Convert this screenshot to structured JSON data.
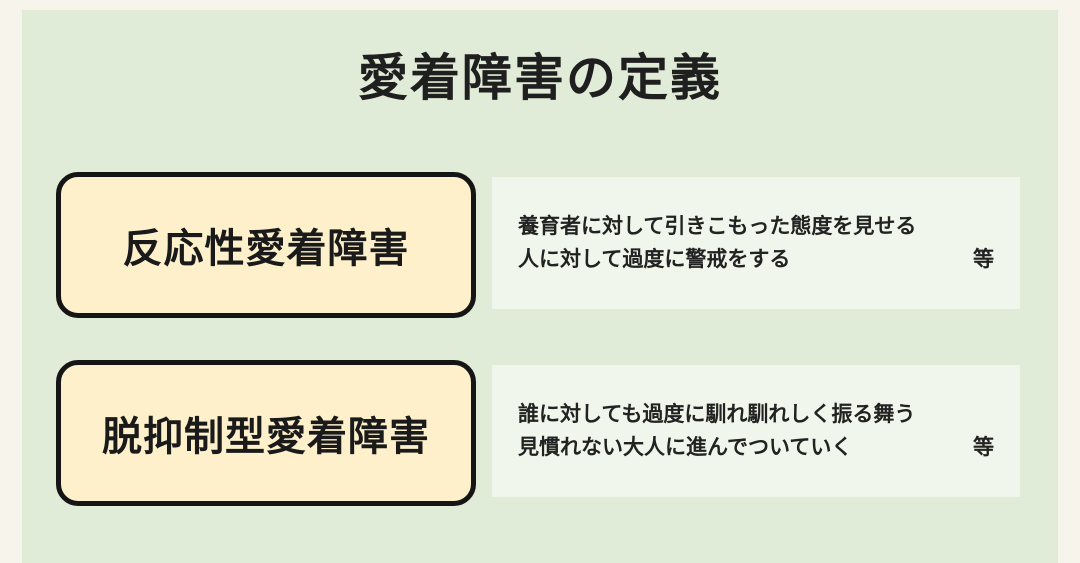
{
  "title": "愛着障害の定義",
  "definitions": [
    {
      "term": "反応性愛着障害",
      "lines": [
        "養育者に対して引きこもった態度を見せる",
        "人に対して過度に警戒をする"
      ],
      "suffix": "等"
    },
    {
      "term": "脱抑制型愛着障害",
      "lines": [
        "誰に対しても過度に馴れ馴れしく振る舞う",
        "見慣れない大人に進んでついていく"
      ],
      "suffix": "等"
    }
  ],
  "colors": {
    "page_background": "#f7f4ec",
    "panel_background": "#e1ecd8",
    "term_box_fill": "#fdf0cb",
    "term_box_border": "#151515",
    "description_fill": "#f0f6eb"
  }
}
